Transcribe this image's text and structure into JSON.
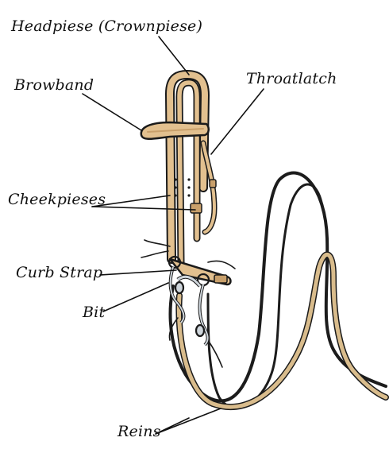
{
  "labels": {
    "headpiece": "Headpiese (Crownpiese)",
    "browband": "Browband",
    "throatlatch": "Throatlatch",
    "cheekpieces": "Cheekpieses",
    "curb_strap": "Curb Strap",
    "bit": "Bit",
    "reins": "Reins"
  },
  "colors": {
    "leather": "#e2c08f",
    "leather_dark": "#c9a06b",
    "outline": "#1a1a1a",
    "metal": "#cfd6dc",
    "rein_dark": "#1c1c1c",
    "rein_tan": "#d9bc8c"
  }
}
